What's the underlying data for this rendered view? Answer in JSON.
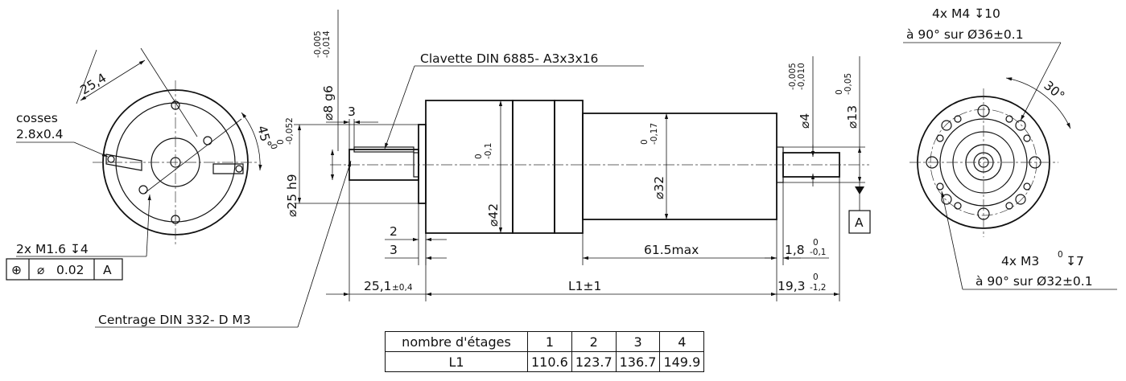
{
  "labels": {
    "cosses_1": "cosses",
    "cosses_2": "2.8x0.4",
    "dim_25_4": "25,4",
    "dim_45": "45°",
    "dim_45_tol": "0",
    "m16": "2x M1.6 ↧4",
    "fcf_sym": "⊕",
    "fcf_dia": "⌀",
    "fcf_val": "0.02",
    "fcf_datum": "A",
    "centrage": "Centrage DIN 332- D M3",
    "clavette": "Clavette DIN 6885- A3x3x16",
    "d8": "⌀8 g6",
    "d8_tol_up": "-0,005",
    "d8_tol_lo": "-0,014",
    "d25": "⌀25 h9",
    "d25_tol_up": "0",
    "d25_tol_lo": "-0,052",
    "dim_3_top": "3",
    "d42": "⌀42",
    "d42_tol_up": "0",
    "d42_tol_lo": "-0,1",
    "d32": "⌀32",
    "d32_tol_up": "0",
    "d32_tol_lo": "-0,17",
    "d4": "⌀4",
    "d4_tol_up": "-0,005",
    "d4_tol_lo": "-0,010",
    "d13": "⌀13",
    "d13_tol_up": "0",
    "d13_tol_lo": "-0,05",
    "datum_a": "A",
    "dim_2": "2",
    "dim_3_low": "3",
    "dim_615": "61.5max",
    "dim_18": "1,8",
    "dim_18_tol_up": "0",
    "dim_18_tol_lo": "-0,1",
    "dim_251": "25,1",
    "dim_251_tol": "±0,4",
    "dim_l1": "L1±1",
    "dim_193": "19,3",
    "dim_193_tol_up": "0",
    "dim_193_tol_lo": "-1,2",
    "m4_1": "4x M4 ↧10",
    "m4_2": "à 90° sur Ø36±0.1",
    "angle_30": "30°",
    "m3_1": "4x M3",
    "m3_tol": "0",
    "m3_depth": "↧7",
    "m3_2": "à 90° sur Ø32±0.1"
  },
  "table": {
    "header": "nombre d'étages",
    "stages": [
      "1",
      "2",
      "3",
      "4"
    ],
    "row_label": "L1",
    "values": [
      "110.6",
      "123.7",
      "136.7",
      "149.9"
    ]
  }
}
